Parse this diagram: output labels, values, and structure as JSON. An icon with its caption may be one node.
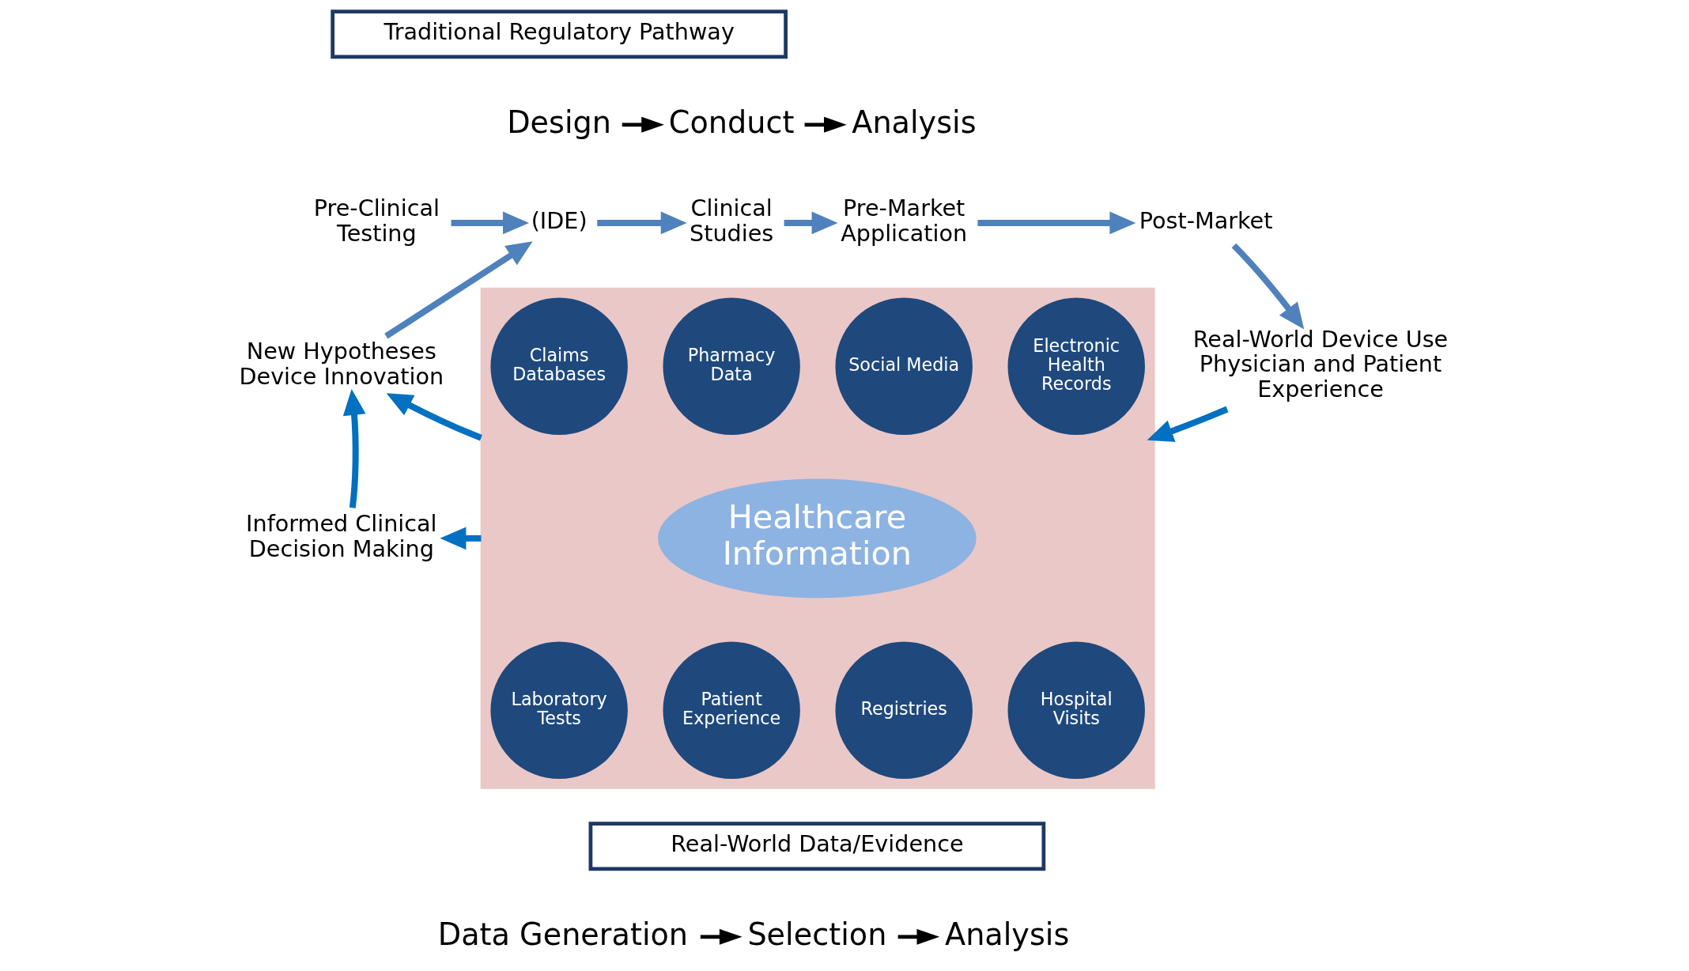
{
  "diagram": {
    "nodes": [
      {
        "text": [
          "Traditional Regulatory Pathway"
        ]
      },
      {
        "text": [
          "Design"
        ]
      },
      {
        "text": [
          "Conduct"
        ]
      },
      {
        "text": [
          "Analysis"
        ]
      },
      {
        "text": [
          "Pre-Clinical Testing"
        ]
      },
      {
        "text": [
          "(IDE)"
        ]
      },
      {
        "text": [
          "Clinical Studies"
        ]
      },
      {
        "text": [
          "Pre-Market Application"
        ]
      },
      {
        "text": [
          "Post-Market"
        ]
      },
      {
        "text": [
          "Real-World Device Use Physician and Patient Experience"
        ]
      },
      {
        "text": [],
        "shape": "box"
      },
      {
        "text": [
          "Healthcare Information"
        ],
        "in": 10
      },
      {
        "text": [
          "Claims Databases"
        ],
        "in": 10
      },
      {
        "text": [
          "Pharmacy Data"
        ],
        "in": 10
      },
      {
        "text": [
          "Social Media"
        ],
        "in": 10
      },
      {
        "text": [
          "Electronic Health Records"
        ],
        "in": 10
      },
      {
        "text": [
          "Laboratory Tests"
        ],
        "in": 10
      },
      {
        "text": [
          "Patient Experience"
        ],
        "in": 10
      },
      {
        "text": [
          "Registries"
        ],
        "in": 10
      },
      {
        "text": [
          "Hospital Visits"
        ],
        "in": 10
      },
      {
        "text": [
          "Real-World Data/Evidence"
        ]
      },
      {
        "text": [
          "Analysis"
        ]
      },
      {
        "text": [
          "Selection"
        ]
      },
      {
        "text": [
          "Data Generation"
        ]
      },
      {
        "text": [
          "New Hypotheses Device Innovation"
        ]
      },
      {
        "text": [
          "Informed Clinical Decision Making"
        ]
      }
    ],
    "edges": [
      {
        "from": 1,
        "to": 2,
        "arrow": "to",
        "color": "#000000"
      },
      {
        "from": 2,
        "to": 3,
        "arrow": "to",
        "color": "#000000"
      },
      {
        "from": 4,
        "to": 5,
        "arrow": "to"
      },
      {
        "from": 5,
        "to": 6,
        "arrow": "to"
      },
      {
        "from": 6,
        "to": 7,
        "arrow": "to"
      },
      {
        "from": 7,
        "to": 8,
        "arrow": "to"
      },
      {
        "from": 8,
        "to": 9,
        "arrow": "to"
      },
      {
        "from": 9,
        "to": 10,
        "arrow": "to",
        "color": "#0070c0"
      },
      {
        "from": 10,
        "to": 24,
        "arrow": "to",
        "color": "#0070c0"
      },
      {
        "from": 10,
        "to": 25,
        "arrow": "to",
        "color": "#0070c0"
      },
      {
        "from": 25,
        "to": 24,
        "arrow": "to",
        "color": "#0070c0"
      },
      {
        "from": 24,
        "to": 5,
        "arrow": "to"
      },
      {
        "from": 23,
        "to": 22,
        "arrow": "to",
        "color": "#000000"
      },
      {
        "from": 22,
        "to": 21,
        "arrow": "to",
        "color": "#000000"
      }
    ]
  }
}
